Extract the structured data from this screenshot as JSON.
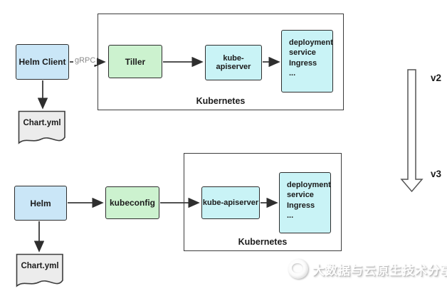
{
  "diagram": {
    "v2_flow": {
      "helm_client": "Helm Client",
      "grpc_label": "gRPC",
      "tiller": "Tiller",
      "kube_apiserver": "kube-apiserver",
      "deployment_lines": [
        "deployment",
        "service",
        "Ingress",
        "..."
      ],
      "kubernetes_label": "Kubernetes",
      "chart_file": "Chart.yml"
    },
    "v3_flow": {
      "helm": "Helm",
      "kubeconfig": "kubeconfig",
      "kube_apiserver": "kube-apiserver",
      "deployment_lines": [
        "deployment",
        "service",
        "Ingress",
        "..."
      ],
      "kubernetes_label": "Kubernetes",
      "chart_file": "Chart.yml"
    },
    "version_marker": {
      "top": "v2",
      "bottom": "v3"
    },
    "watermark": {
      "text": "大数据与云原生技术分享",
      "icon": "panda-logo"
    },
    "colors": {
      "client_box": "#cae6f7",
      "middle_box": "#ccf2cf",
      "k8s_inner_box": "#c9f3f6",
      "file_box": "#ececec",
      "box_border": "#2e2e2e",
      "arrow": "#3a3a3a",
      "grpc_text": "#8a8a8a",
      "watermark_text": "#fdfdfd"
    }
  }
}
